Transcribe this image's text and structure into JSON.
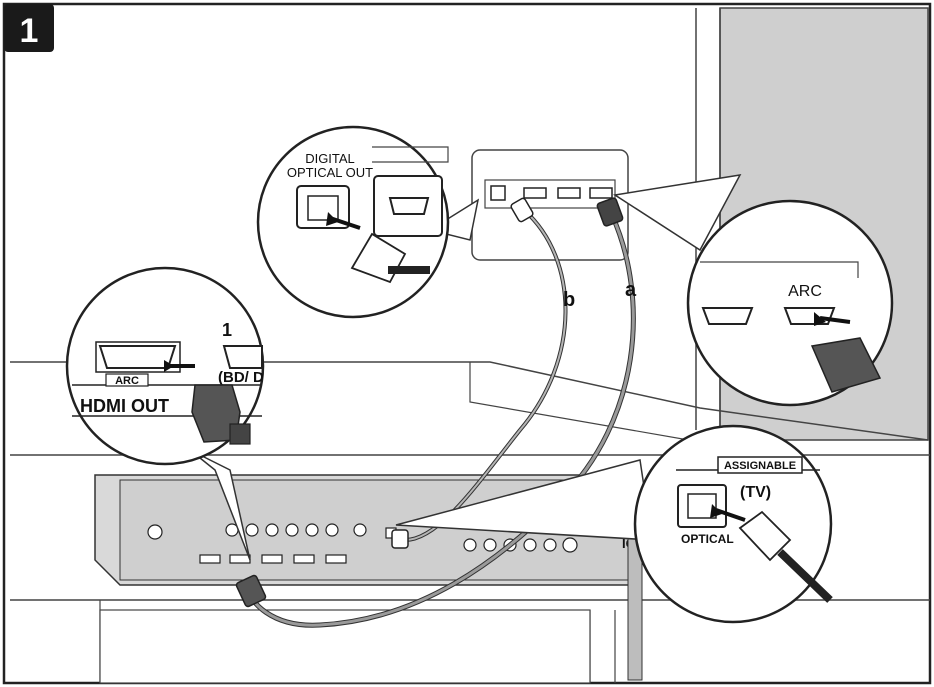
{
  "step_badge": "1",
  "tv_side": {
    "digital_optical_out": [
      "DIGITAL",
      "OPTICAL OUT"
    ],
    "arc": "ARC"
  },
  "receiver_side": {
    "hdmi_in_number": "1",
    "hdmi_in_label": "(BD/ D",
    "arc": "ARC",
    "hdmi_out": "HDMI OUT",
    "assignable": "ASSIGNABLE",
    "tv": "(TV)",
    "optical": "OPTICAL",
    "optical_partial": "ICAL"
  },
  "cable_labels": {
    "a": "a",
    "b": "b"
  }
}
